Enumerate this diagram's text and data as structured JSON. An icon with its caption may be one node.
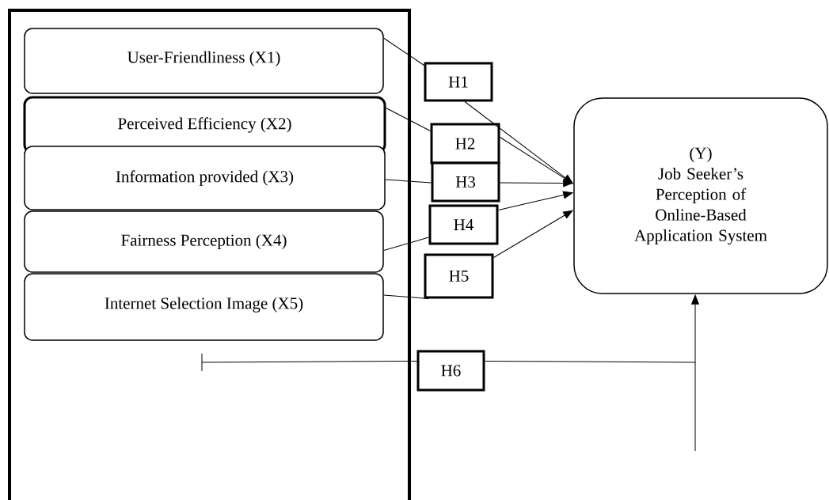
{
  "diagram": {
    "nodes": [
      {
        "text": [],
        "shape": "box"
      },
      {
        "text": [
          "User-Friendliness (X1)"
        ],
        "in": 0
      },
      {
        "text": [
          "Perceived Efficiency (X2)"
        ],
        "in": 0
      },
      {
        "text": [
          "Information provided (X3)"
        ],
        "in": 0
      },
      {
        "text": [
          "Fairness Perception (X4)"
        ],
        "in": 0
      },
      {
        "text": [
          "Internet Selection Image (X5)"
        ],
        "in": 0
      },
      {
        "text": [
          "H1"
        ]
      },
      {
        "text": [
          "H2"
        ]
      },
      {
        "text": [
          "H3"
        ]
      },
      {
        "text": [
          "H4"
        ]
      },
      {
        "text": [
          "H5"
        ]
      },
      {
        "text": [
          "H6"
        ]
      },
      {
        "text": [
          "(Y)",
          "Job Seeker’s Perception of Online-Based Application System"
        ]
      }
    ],
    "edges": [
      {
        "from": 1,
        "to": 6,
        "arrow": "none"
      },
      {
        "from": 6,
        "to": 12,
        "arrow": "to"
      },
      {
        "from": 2,
        "to": 7,
        "arrow": "none"
      },
      {
        "from": 7,
        "to": 12,
        "arrow": "to"
      },
      {
        "from": 3,
        "to": 8,
        "arrow": "none"
      },
      {
        "from": 8,
        "to": 12,
        "arrow": "to"
      },
      {
        "from": 4,
        "to": 9,
        "arrow": "none"
      },
      {
        "from": 9,
        "to": 12,
        "arrow": "to"
      },
      {
        "from": 5,
        "to": 10,
        "arrow": "none"
      },
      {
        "from": 10,
        "to": 12,
        "arrow": "to"
      },
      {
        "from": null,
        "to": 11,
        "arrow": "none"
      },
      {
        "from": 11,
        "to": 12,
        "arrow": "to"
      }
    ]
  }
}
